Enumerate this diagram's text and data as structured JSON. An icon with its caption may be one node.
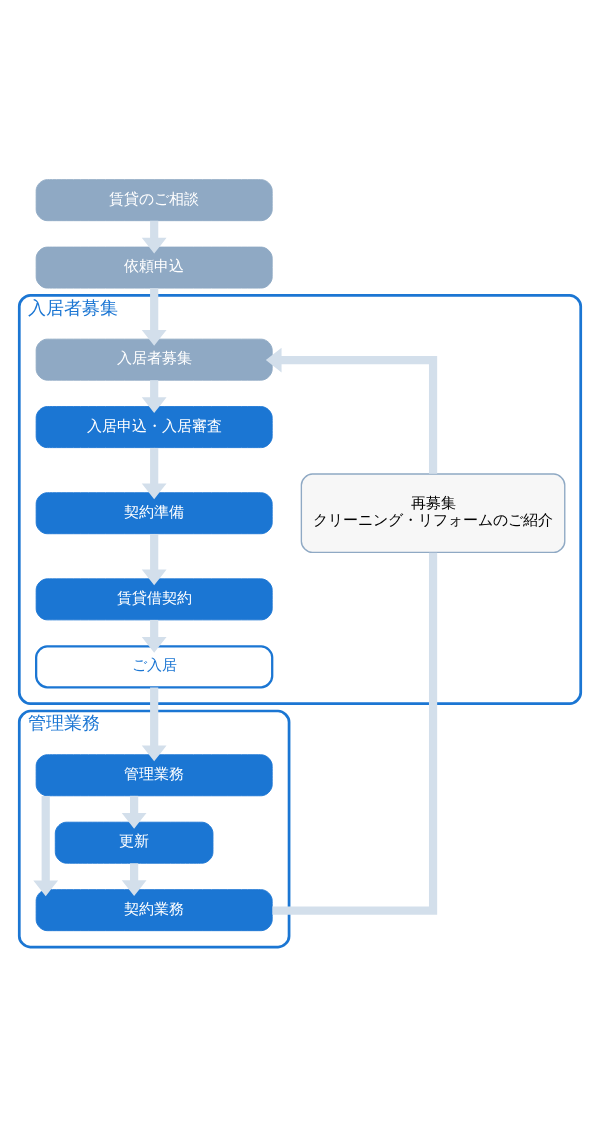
{
  "diagram": {
    "nodes": [
      {
        "text": [
          "賃貸のご相談"
        ]
      },
      {
        "text": [
          "依頼申込"
        ]
      },
      {
        "text": [
          "入居者募集"
        ]
      },
      {
        "text": [
          "入居者募集"
        ],
        "in": 2
      },
      {
        "text": [
          "入居申込・入居審査"
        ],
        "in": 2
      },
      {
        "text": [
          "契約準備"
        ],
        "in": 2
      },
      {
        "text": [
          "賃貸借契約"
        ],
        "in": 2
      },
      {
        "text": [
          "ご入居"
        ],
        "in": 2
      },
      {
        "text": [
          "再募集",
          "クリーニング・リフォームのご紹介"
        ],
        "in": 2
      },
      {
        "text": [
          "管理業務"
        ]
      },
      {
        "text": [
          "管理業務"
        ],
        "in": 9
      },
      {
        "text": [
          "更新"
        ],
        "in": 9
      },
      {
        "text": [
          "契約業務"
        ],
        "in": 9
      }
    ],
    "edges": [
      {
        "from": 0,
        "to": 1,
        "arrow": "to"
      },
      {
        "from": 1,
        "to": 3,
        "arrow": "to"
      },
      {
        "from": 3,
        "to": 4,
        "arrow": "to"
      },
      {
        "from": 4,
        "to": 5,
        "arrow": "to"
      },
      {
        "from": 5,
        "to": 6,
        "arrow": "to"
      },
      {
        "from": 6,
        "to": 7,
        "arrow": "to"
      },
      {
        "from": 7,
        "to": 10,
        "arrow": "to"
      },
      {
        "from": 10,
        "to": 11,
        "arrow": "to"
      },
      {
        "from": 10,
        "to": 12,
        "arrow": "to"
      },
      {
        "from": 11,
        "to": 12,
        "arrow": "to"
      },
      {
        "from": 12,
        "to": 8,
        "arrow": "none"
      },
      {
        "from": 8,
        "to": 3,
        "arrow": "to"
      }
    ]
  }
}
